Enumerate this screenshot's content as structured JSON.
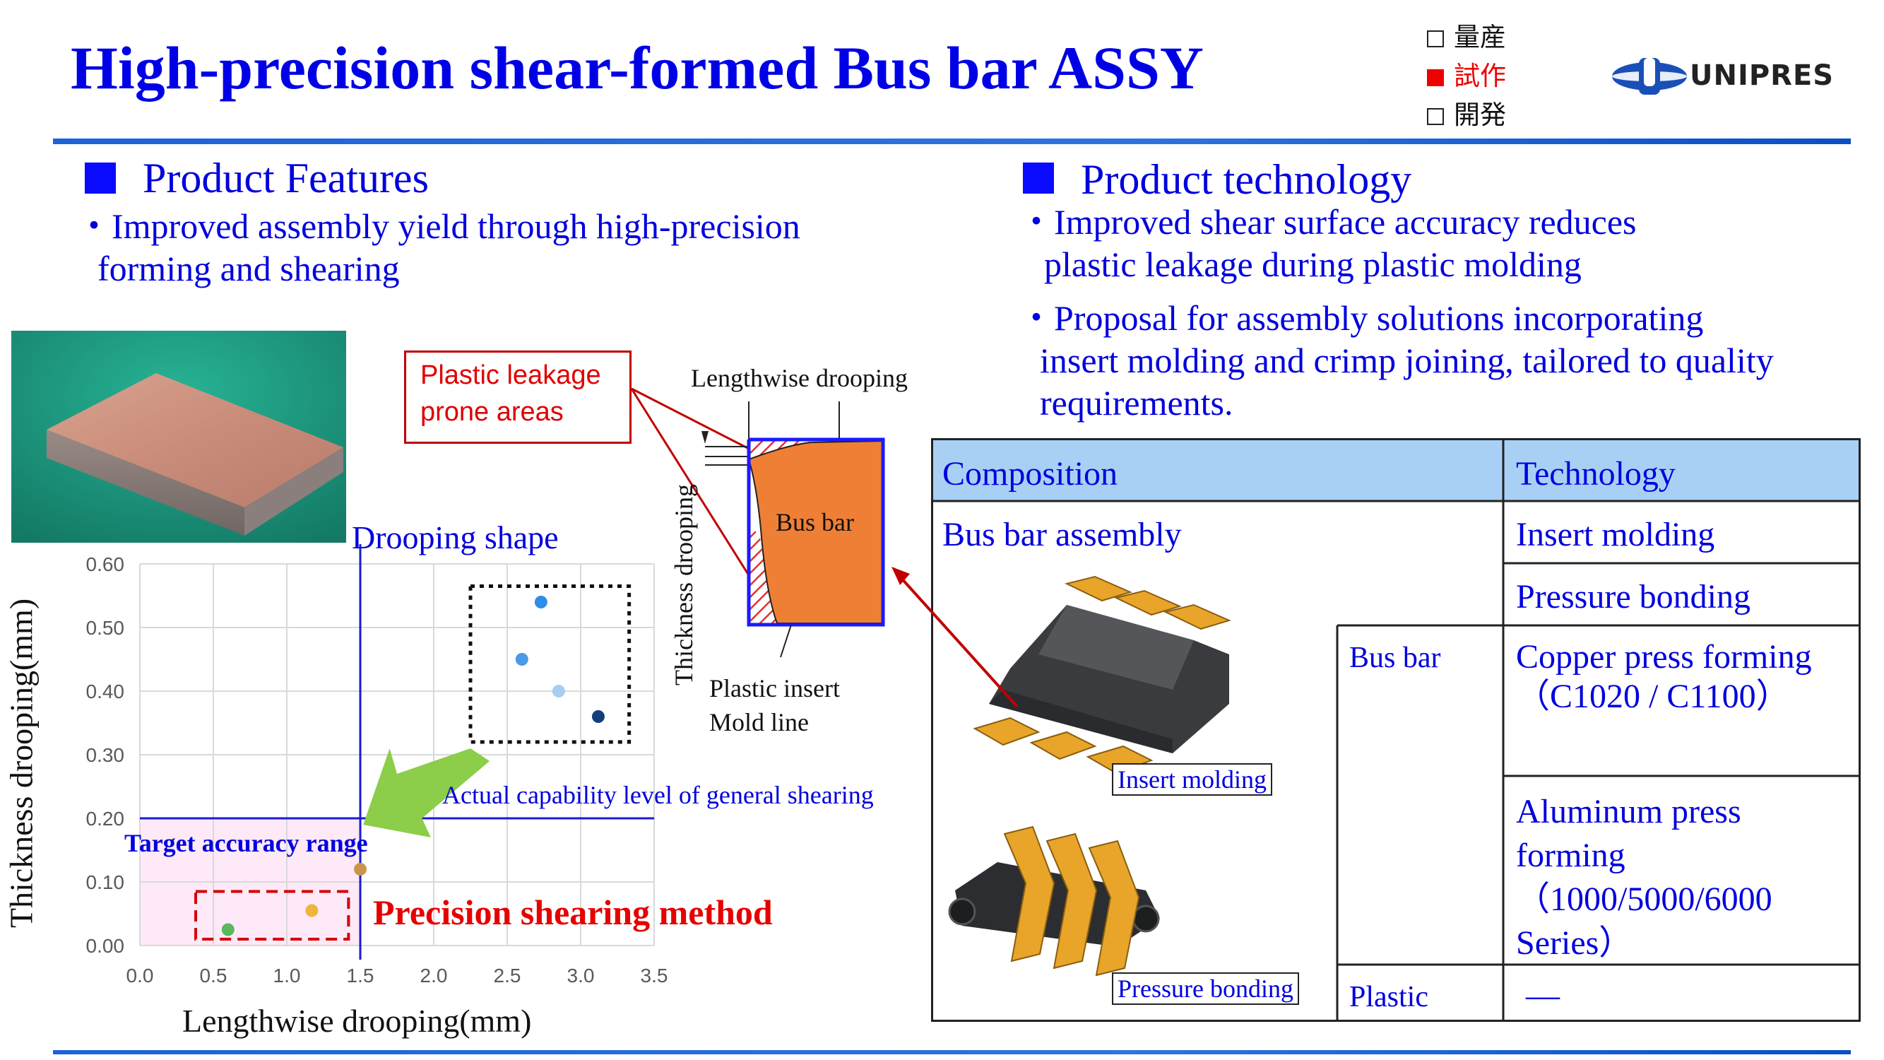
{
  "header": {
    "title": "High-precision shear-formed Bus bar ASSY",
    "status_items": [
      {
        "label": "量産",
        "active": false
      },
      {
        "label": "試作",
        "active": true
      },
      {
        "label": "開発",
        "active": false
      }
    ],
    "logo_text": "UNIPRES"
  },
  "features": {
    "heading": "Product Features",
    "bullet_line1": "・Improved assembly yield through high-precision",
    "bullet_line2": "forming and shearing"
  },
  "technology": {
    "heading": "Product technology",
    "b1_line1": "・Improved shear surface accuracy reduces",
    "b1_line2": "plastic leakage during plastic molding",
    "b2_line1": "・Proposal for assembly solutions incorporating",
    "b2_line2": "insert molding and crimp joining, tailored to quality",
    "b2_line3": "requirements."
  },
  "diagram": {
    "callout_line1": "Plastic leakage",
    "callout_line2": "prone areas",
    "lengthwise_label": "Lengthwise drooping",
    "thickness_label": "Thickness drooping",
    "busbar_label": "Bus bar",
    "insert_line1": "Plastic insert",
    "insert_line2": "Mold line"
  },
  "chart_data": {
    "type": "scatter",
    "title": "Drooping shape",
    "xlabel": "Lengthwise drooping(mm)",
    "ylabel": "Thickness drooping(mm)",
    "xlim": [
      0.0,
      3.5
    ],
    "ylim": [
      0.0,
      0.6
    ],
    "x_ticks": [
      "0.0",
      "0.5",
      "1.0",
      "1.5",
      "2.0",
      "2.5",
      "3.0",
      "3.5"
    ],
    "y_ticks": [
      "0.00",
      "0.10",
      "0.20",
      "0.30",
      "0.40",
      "0.50",
      "0.60"
    ],
    "grid": true,
    "points": [
      {
        "x": 0.6,
        "y": 0.025,
        "color": "#5cb85c"
      },
      {
        "x": 1.17,
        "y": 0.055,
        "color": "#f0b43c"
      },
      {
        "x": 1.5,
        "y": 0.12,
        "color": "#c8964b"
      },
      {
        "x": 2.73,
        "y": 0.54,
        "color": "#2f8ee6"
      },
      {
        "x": 2.6,
        "y": 0.45,
        "color": "#4a9ae6"
      },
      {
        "x": 2.85,
        "y": 0.4,
        "color": "#a9cdf2"
      },
      {
        "x": 3.12,
        "y": 0.36,
        "color": "#123f7a"
      }
    ],
    "threshold_x": 1.5,
    "threshold_y": 0.2,
    "annotation_general": "Actual capability level of general shearing",
    "annotation_target": "Target accuracy range",
    "annotation_precision": "Precision shearing method"
  },
  "table": {
    "header_composition": "Composition",
    "header_technology": "Technology",
    "assembly": "Bus bar assembly",
    "insert_molding": "Insert molding",
    "pressure_bonding": "Pressure bonding",
    "bus_bar": "Bus bar",
    "copper_line1": "Copper press forming",
    "copper_line2": "（C1020 / C1100）",
    "aluminum_line1": "Aluminum press",
    "aluminum_line2": "forming",
    "aluminum_line3": "（1000/5000/6000",
    "aluminum_line4": "Series）",
    "plastic": "Plastic",
    "plastic_tech": "―",
    "img_label_insert": "Insert molding",
    "img_label_pressure": "Pressure bonding"
  }
}
